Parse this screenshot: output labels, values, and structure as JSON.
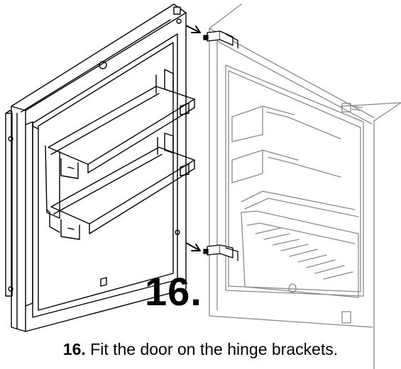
{
  "step": {
    "badge": "16.",
    "caption_number": "16.",
    "caption_text": " Fit the door on the hinge brackets."
  }
}
